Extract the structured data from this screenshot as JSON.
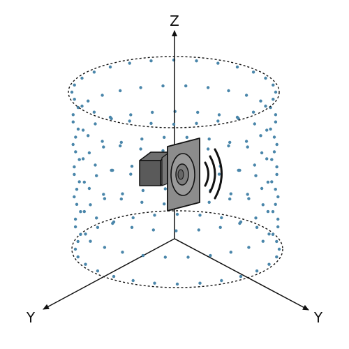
{
  "axes": {
    "z_label": "Z",
    "y_left_label": "Y",
    "y_right_label": "Y"
  },
  "icons": {
    "speaker": "speaker-icon",
    "sound_waves": "sound-waves-icon"
  },
  "colors": {
    "points": "#4a86aa",
    "lines": "#111111",
    "speaker_body": "#8c8c8c"
  },
  "point_cloud": {
    "rings": 7,
    "points_per_ring": 28
  }
}
